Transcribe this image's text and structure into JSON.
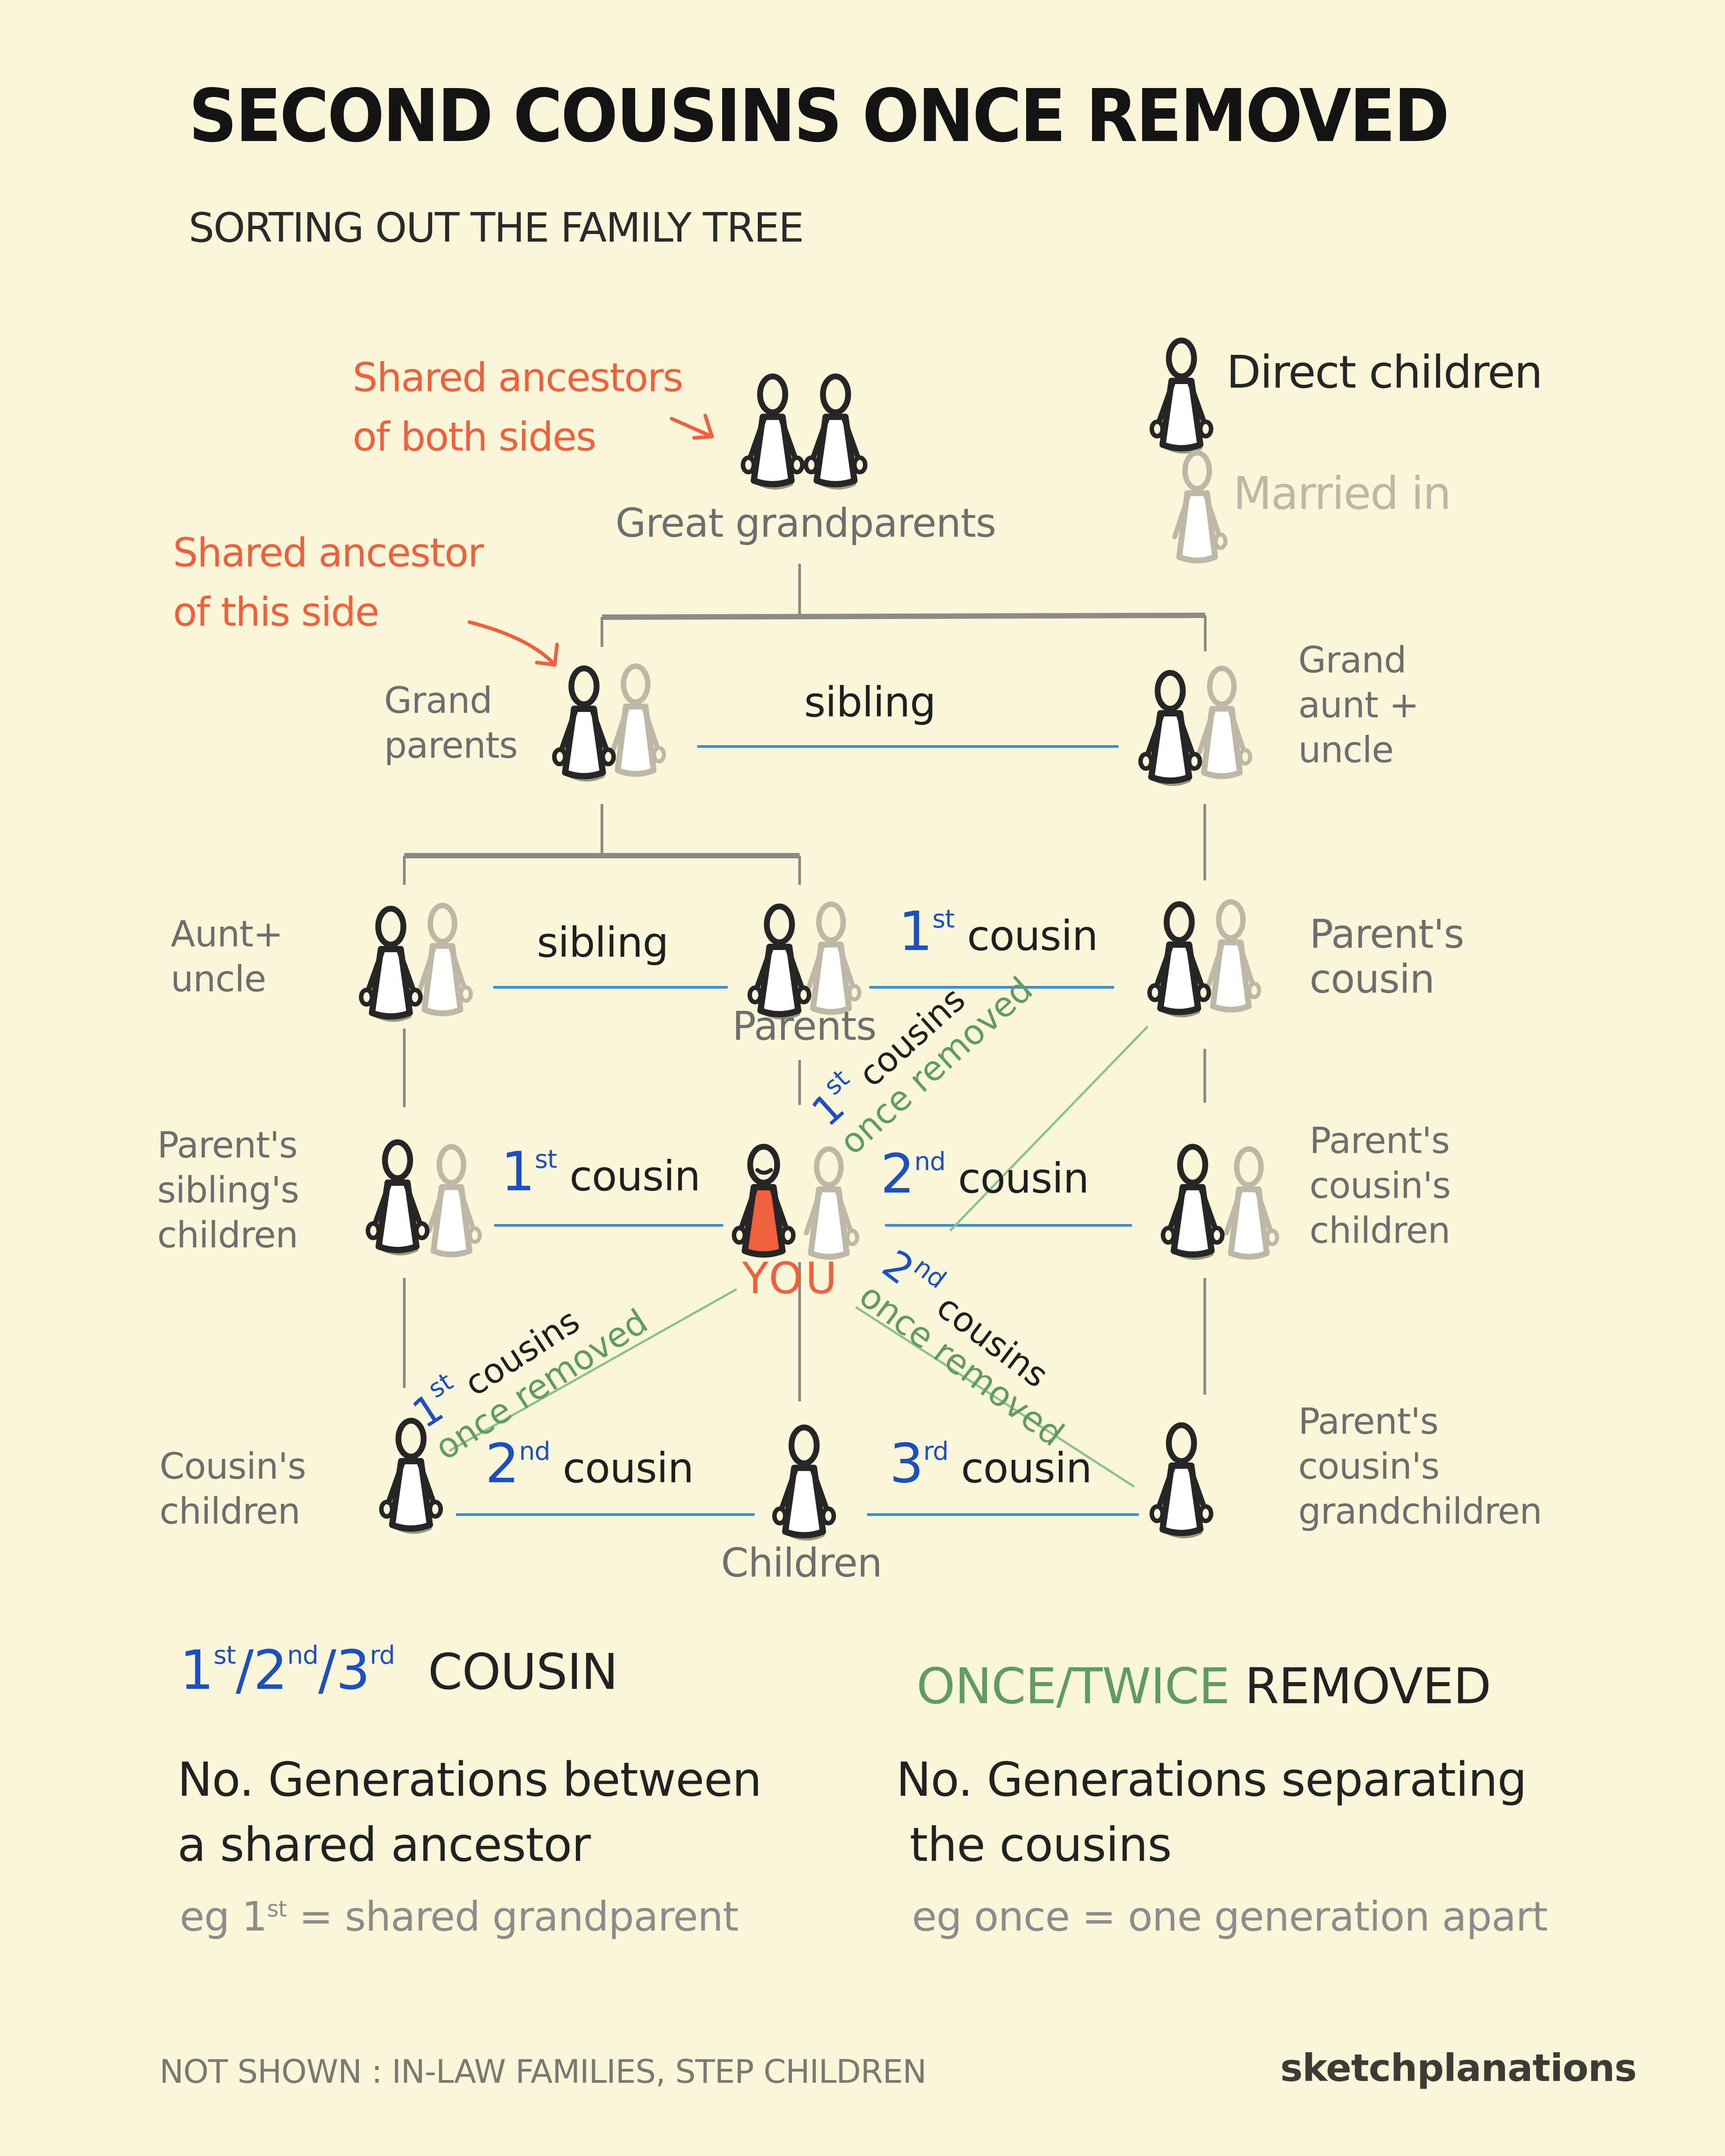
{
  "header": {
    "title": "SECOND COUSINS ONCE REMOVED",
    "subtitle": "SORTING OUT THE FAMILY TREE"
  },
  "annotations": {
    "shared_both_line1": "Shared ancestors",
    "shared_both_line2": "of both sides",
    "shared_this_line1": "Shared ancestor",
    "shared_this_line2": "of this side"
  },
  "legend": {
    "direct": "Direct children",
    "married": "Married in"
  },
  "colors": {
    "background": "#faf6d9",
    "direct_outline": "#262626",
    "married_outline": "#bdb7a6",
    "you_fill": "#f0603c",
    "ordinal_blue": "#1c4fbf",
    "removed_green": "#5f9a68",
    "sibling_line_blue": "#3a8fd6",
    "tree_line_gray": "#8a8a86",
    "annotation_red": "#f0603c"
  },
  "tree": {
    "great_grandparents": "Great grandparents",
    "grandparents_l1": "Grand",
    "grandparents_l2": "parents",
    "grand_aunt_l1": "Grand",
    "grand_aunt_l2": "aunt +",
    "grand_aunt_l3": "uncle",
    "aunt_l1": "Aunt+",
    "aunt_l2": "uncle",
    "parents": "Parents",
    "parents_cousin_l1": "Parent's",
    "parents_cousin_l2": "cousin",
    "psc_l1": "Parent's",
    "psc_l2": "sibling's",
    "psc_l3": "children",
    "you": "YOU",
    "pcc_l1": "Parent's",
    "pcc_l2": "cousin's",
    "pcc_l3": "children",
    "cc_l1": "Cousin's",
    "cc_l2": "children",
    "children": "Children",
    "pcg_l1": "Parent's",
    "pcg_l2": "cousin's",
    "pcg_l3": "grandchildren"
  },
  "relations": {
    "sibling_top": "sibling",
    "sibling_mid": "sibling",
    "first_cousin_parents": {
      "num": "1",
      "sup": "st",
      "word": "cousin"
    },
    "first_cousin_you": {
      "num": "1",
      "sup": "st",
      "word": "cousin"
    },
    "second_cousin_you": {
      "num": "2",
      "sup": "nd",
      "word": "cousin"
    },
    "second_cousin_children": {
      "num": "2",
      "sup": "nd",
      "word": "cousin"
    },
    "third_cousin_children": {
      "num": "3",
      "sup": "rd",
      "word": "cousin"
    },
    "diag_upper": {
      "num": "1",
      "sup": "st",
      "word": "cousins",
      "removed": "once removed"
    },
    "diag_left": {
      "num": "1",
      "sup": "st",
      "word": "cousins",
      "removed": "once removed"
    },
    "diag_right": {
      "num": "2",
      "sup": "nd",
      "word": "cousins",
      "removed": "once removed"
    }
  },
  "explain": {
    "left": {
      "heading_ordinals": "1st/2nd/3rd",
      "heading_o1": "1",
      "heading_s1": "st",
      "heading_o2": "/2",
      "heading_s2": "nd",
      "heading_o3": "/3",
      "heading_s3": "rd",
      "heading_word": "COUSIN",
      "body_l1": "No. Generations between",
      "body_l2": "a shared  ancestor",
      "eg_pre": "eg 1",
      "eg_sup": "st",
      "eg_post": " = shared grandparent"
    },
    "right": {
      "heading_green": "ONCE/TWICE",
      "heading_word": "REMOVED",
      "body_l1": "No. Generations separating",
      "body_l2": "the cousins",
      "eg": "eg once = one generation apart"
    }
  },
  "footer": {
    "note": "NOT SHOWN : IN-LAW FAMILIES, STEP CHILDREN",
    "brand": "sketchplanations"
  }
}
